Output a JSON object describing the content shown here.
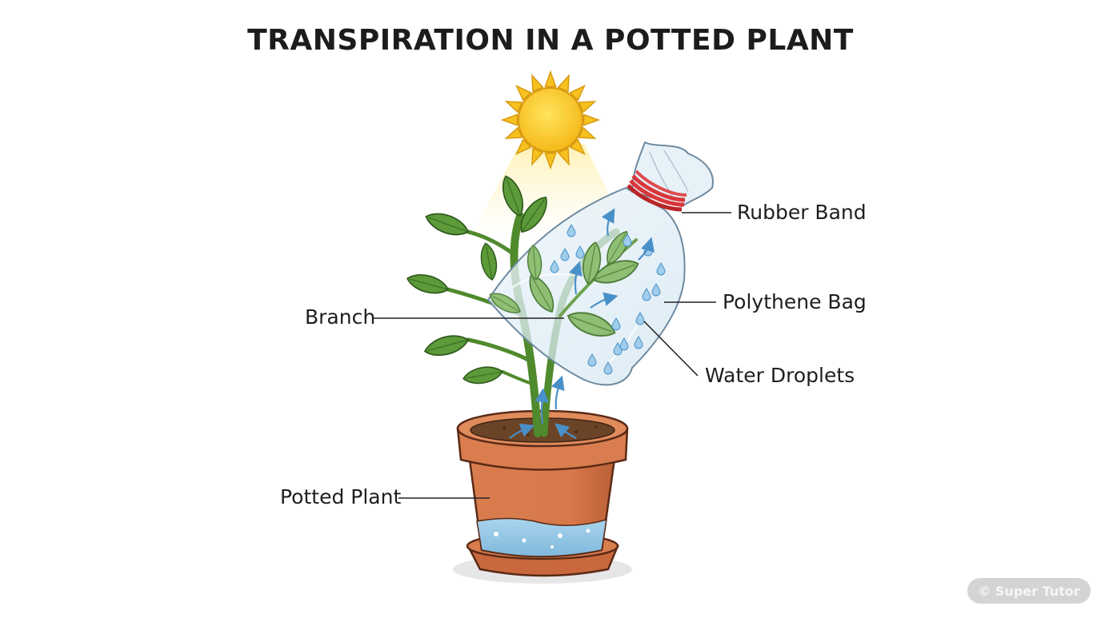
{
  "title": "TRANSPIRATION IN A POTTED PLANT",
  "labels": {
    "rubber_band": "Rubber Band",
    "polythene_bag": "Polythene Bag",
    "water_droplets": "Water Droplets",
    "branch": "Branch",
    "potted_plant": "Potted Plant"
  },
  "watermark": "© Super Tutor",
  "colors": {
    "sun": "#f7c21f",
    "leaf": "#5c9a3a",
    "stem": "#4f8a2c",
    "pot": "#d47a4d",
    "rubber_band": "#d9373a",
    "water": "#9ccbe6",
    "arrows": "#4a90c8"
  },
  "icons": [
    "sun-icon",
    "plant-icon",
    "pot-icon",
    "polythene-bag-icon",
    "water-droplet-icon",
    "upward-arrow-icon"
  ]
}
